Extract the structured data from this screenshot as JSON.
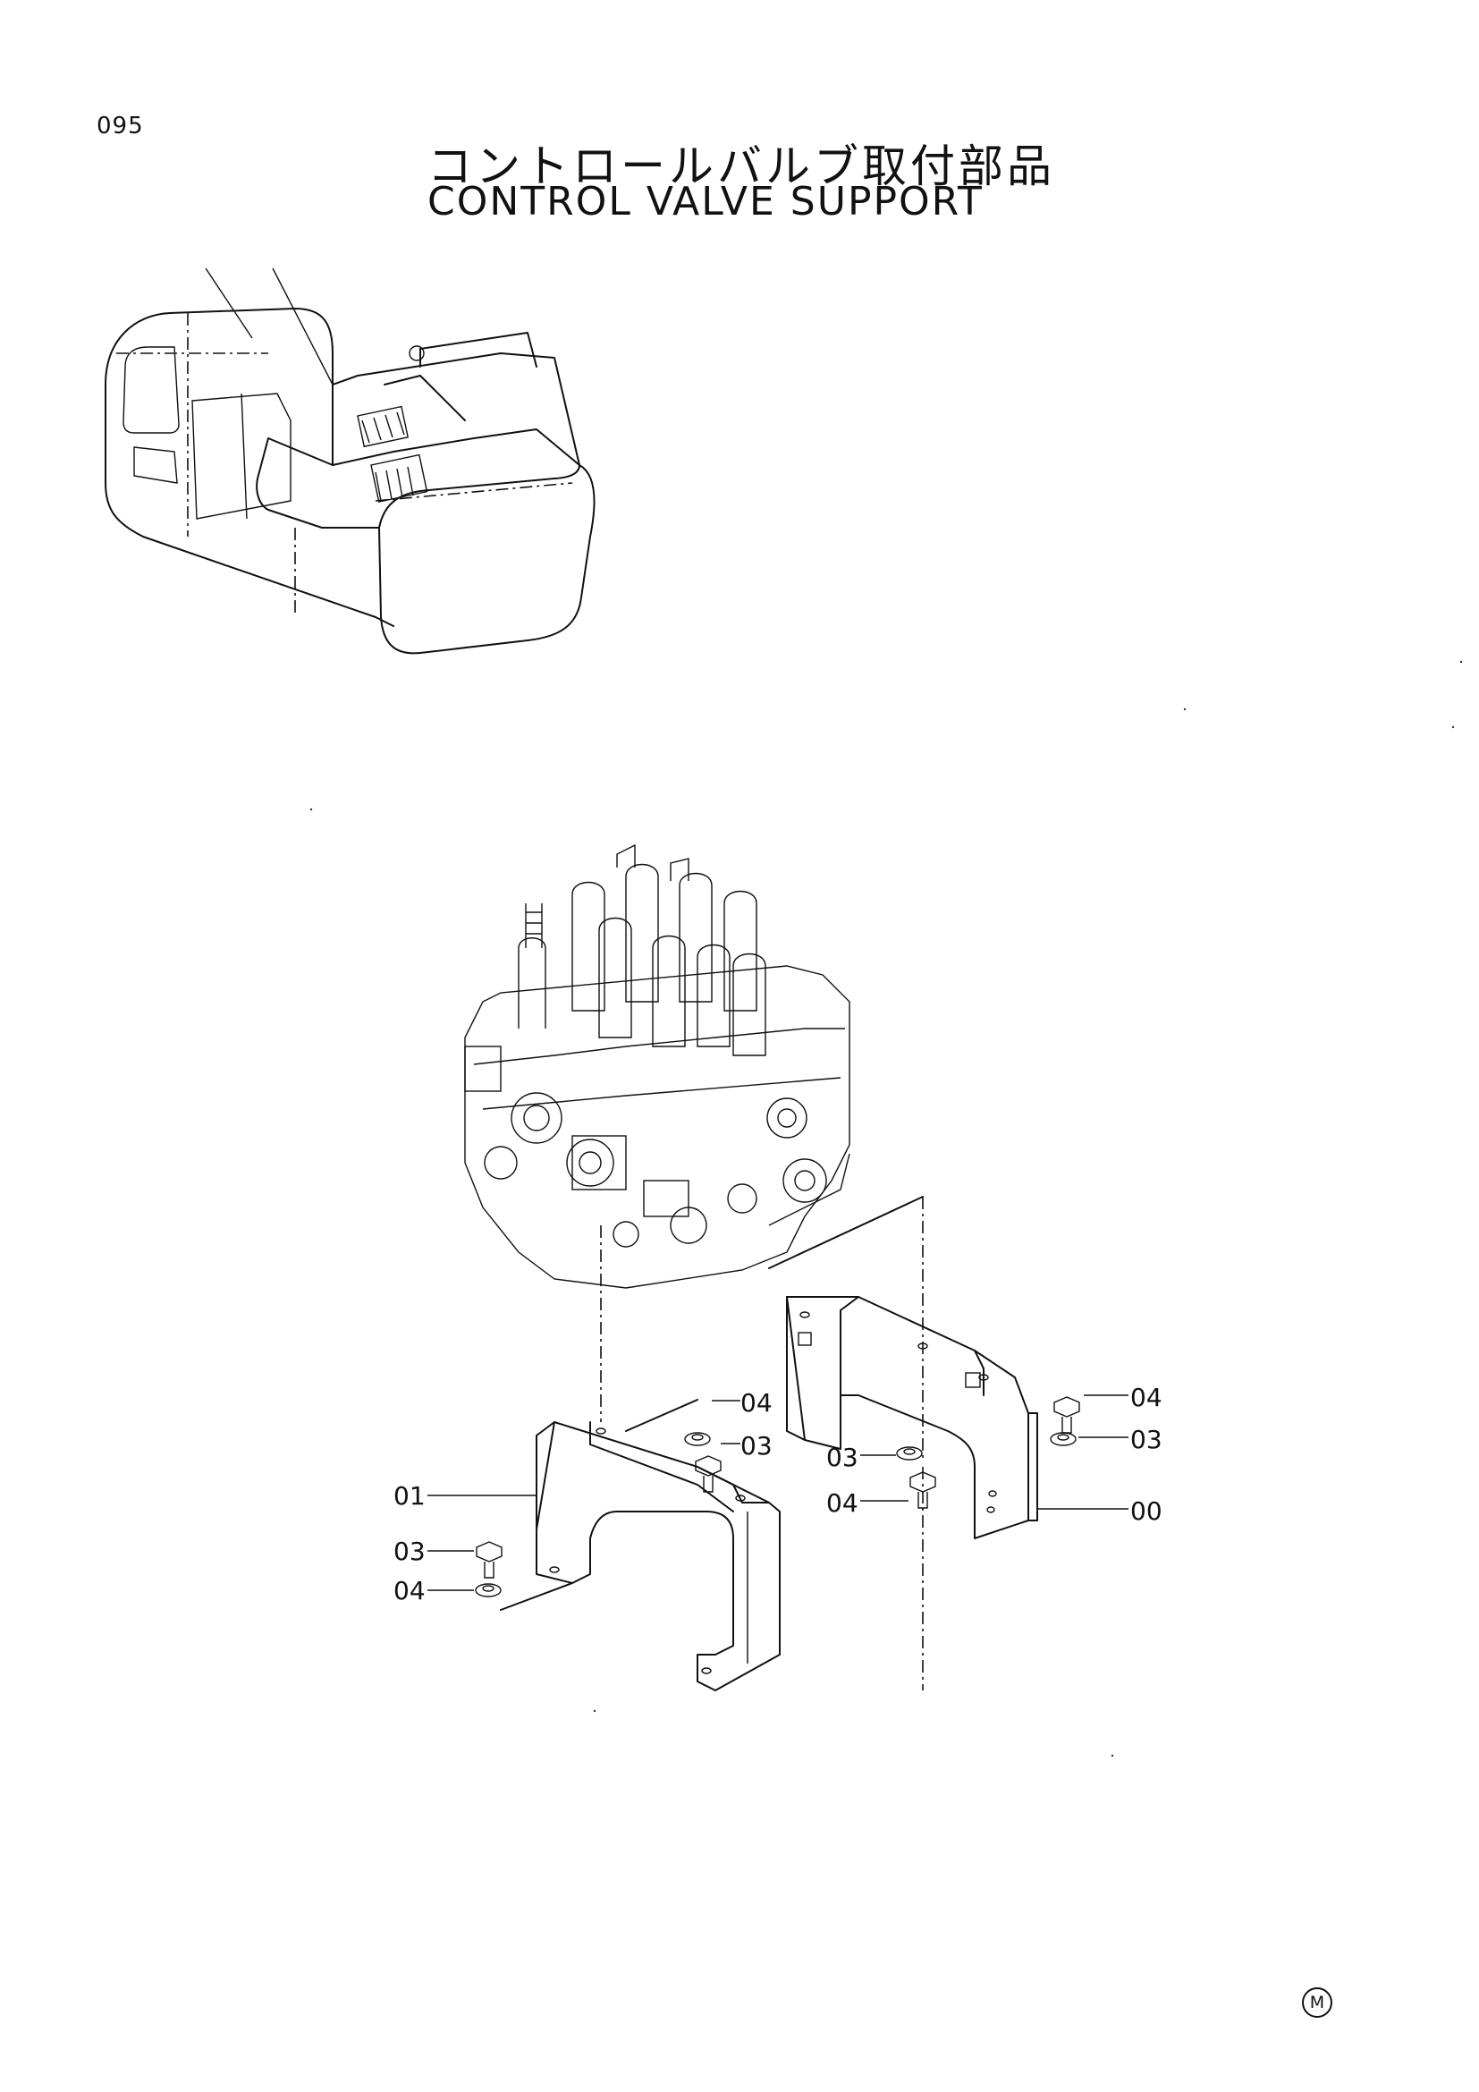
{
  "page": {
    "number": "095"
  },
  "title": {
    "japanese": "コントロールバルブ取付部品",
    "english": "CONTROL VALVE SUPPORT"
  },
  "callouts": [
    {
      "id": "c1",
      "label": "01"
    },
    {
      "id": "c2",
      "label": "03"
    },
    {
      "id": "c3",
      "label": "04"
    },
    {
      "id": "c4",
      "label": "04"
    },
    {
      "id": "c5",
      "label": "03"
    },
    {
      "id": "c6",
      "label": "04"
    },
    {
      "id": "c7",
      "label": "03"
    },
    {
      "id": "c8",
      "label": "03"
    },
    {
      "id": "c9",
      "label": "04"
    },
    {
      "id": "c10",
      "label": "00"
    }
  ],
  "footer": {
    "mark": "M"
  }
}
